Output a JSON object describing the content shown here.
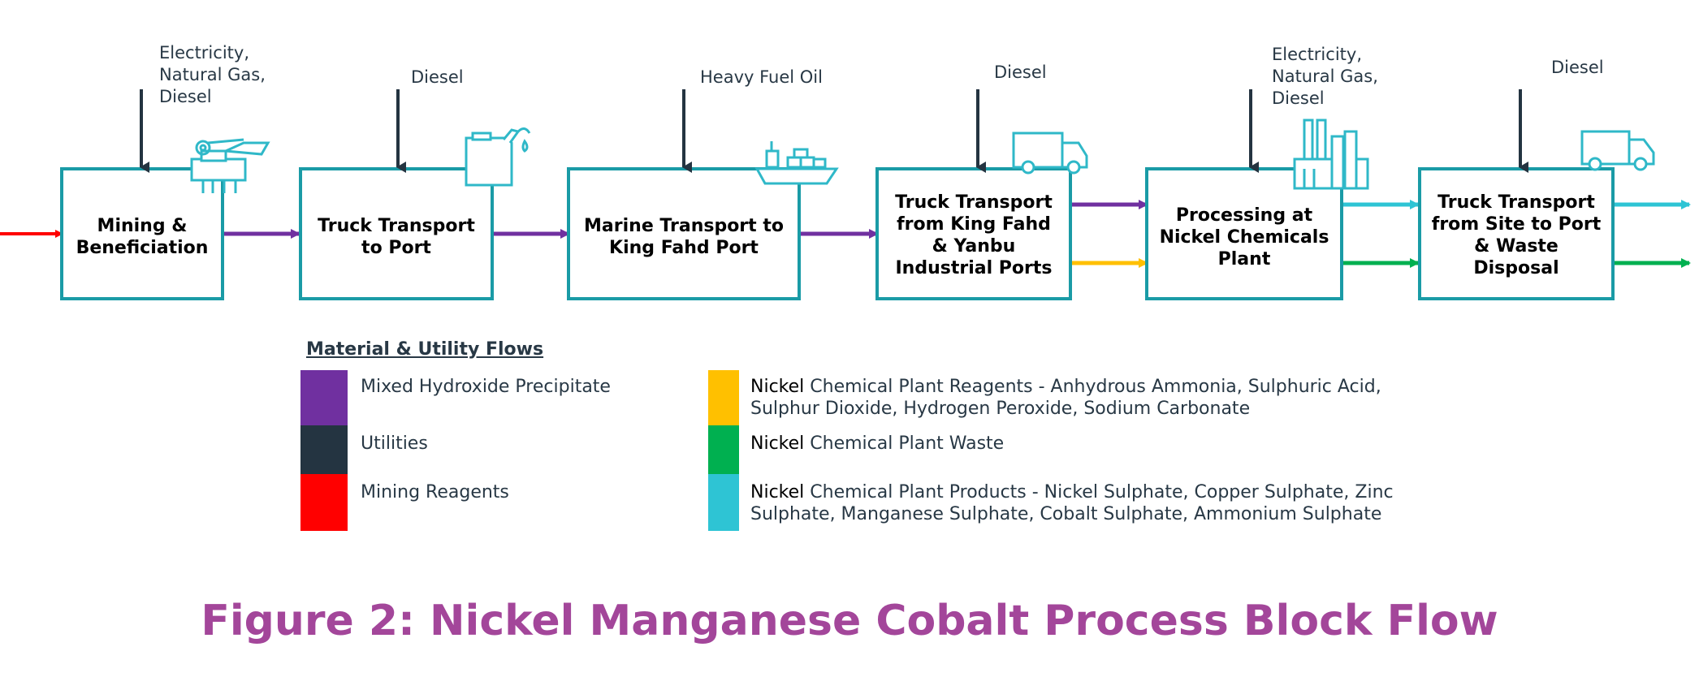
{
  "process_blocks": [
    {
      "lines": [
        "Mining &",
        "Beneficiation"
      ],
      "icon": "excavator-icon",
      "input": [
        "Electricity,",
        "Natural Gas,",
        "Diesel"
      ]
    },
    {
      "lines": [
        "Truck Transport",
        "to Port"
      ],
      "icon": "fuel-can-icon",
      "input": [
        "Diesel"
      ]
    },
    {
      "lines": [
        "Marine Transport to",
        "King Fahd Port"
      ],
      "icon": "cargo-ship-icon",
      "input": [
        "Heavy Fuel Oil"
      ]
    },
    {
      "lines": [
        "Truck Transport",
        "from King Fahd",
        "& Yanbu",
        "Industrial Ports"
      ],
      "icon": "truck-icon",
      "input": [
        "Diesel"
      ]
    },
    {
      "lines": [
        "Processing at",
        "Nickel Chemicals",
        "Plant"
      ],
      "icon": "factory-icon",
      "input": [
        "Electricity,",
        "Natural Gas,",
        "Diesel"
      ]
    },
    {
      "lines": [
        "Truck Transport",
        "from Site to Port",
        "& Waste",
        "Disposal"
      ],
      "icon": "truck-icon",
      "input": [
        "Diesel"
      ]
    }
  ],
  "legend": {
    "title": "Material & Utility Flows",
    "items": [
      {
        "color": "#7030a0",
        "lines": [
          "Mixed Hydroxide Precipitate"
        ]
      },
      {
        "color": "#243441",
        "lines": [
          "Utilities"
        ]
      },
      {
        "color": "#ff0000",
        "lines": [
          "Mining Reagents"
        ]
      },
      {
        "color": "#ffc000",
        "prefix": "Nickel",
        "lines": [
          " Chemical Plant Reagents - Anhydrous Ammonia, Sulphuric Acid,",
          "Sulphur Dioxide, Hydrogen Peroxide, Sodium Carbonate"
        ]
      },
      {
        "color": "#00b050",
        "prefix": "Nickel",
        "lines": [
          " Chemical Plant Waste"
        ]
      },
      {
        "color": "#2ec4d4",
        "prefix": "Nickel",
        "lines": [
          " Chemical Plant Products - Nickel Sulphate, Copper Sulphate, Zinc",
          "Sulphate, Manganese Sulphate, Cobalt Sulphate, Ammonium Sulphate"
        ]
      }
    ]
  },
  "caption": "Figure 2: Nickel Manganese Cobalt Process Block Flow",
  "colors": {
    "box_border": "#1a9ba6",
    "icon": "#2fb8c8",
    "arrow_input": "#243441"
  }
}
